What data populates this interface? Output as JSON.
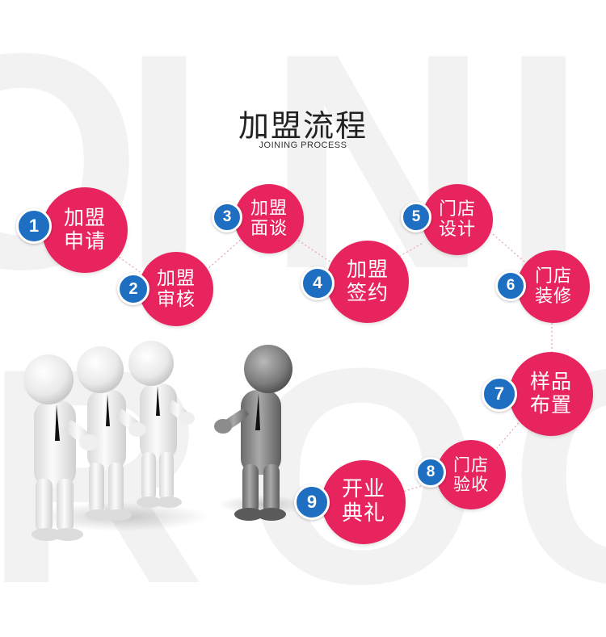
{
  "header": {
    "title": "加盟流程",
    "subtitle": "JOINING PROCESS"
  },
  "colors": {
    "step_circle": "#e8245f",
    "number_badge": "#1e6fc2",
    "connector": "#e8245f"
  },
  "steps": [
    {
      "number": "1",
      "line1": "加盟",
      "line2": "申请"
    },
    {
      "number": "2",
      "line1": "加盟",
      "line2": "审核"
    },
    {
      "number": "3",
      "line1": "加盟",
      "line2": "面谈"
    },
    {
      "number": "4",
      "line1": "加盟",
      "line2": "签约"
    },
    {
      "number": "5",
      "line1": "门店",
      "line2": "设计"
    },
    {
      "number": "6",
      "line1": "门店",
      "line2": "装修"
    },
    {
      "number": "7",
      "line1": "样品",
      "line2": "布置"
    },
    {
      "number": "8",
      "line1": "门店",
      "line2": "验收"
    },
    {
      "number": "9",
      "line1": "开业",
      "line2": "典礼"
    }
  ],
  "illustration": {
    "icon": "business-people-handshake-illustration"
  }
}
